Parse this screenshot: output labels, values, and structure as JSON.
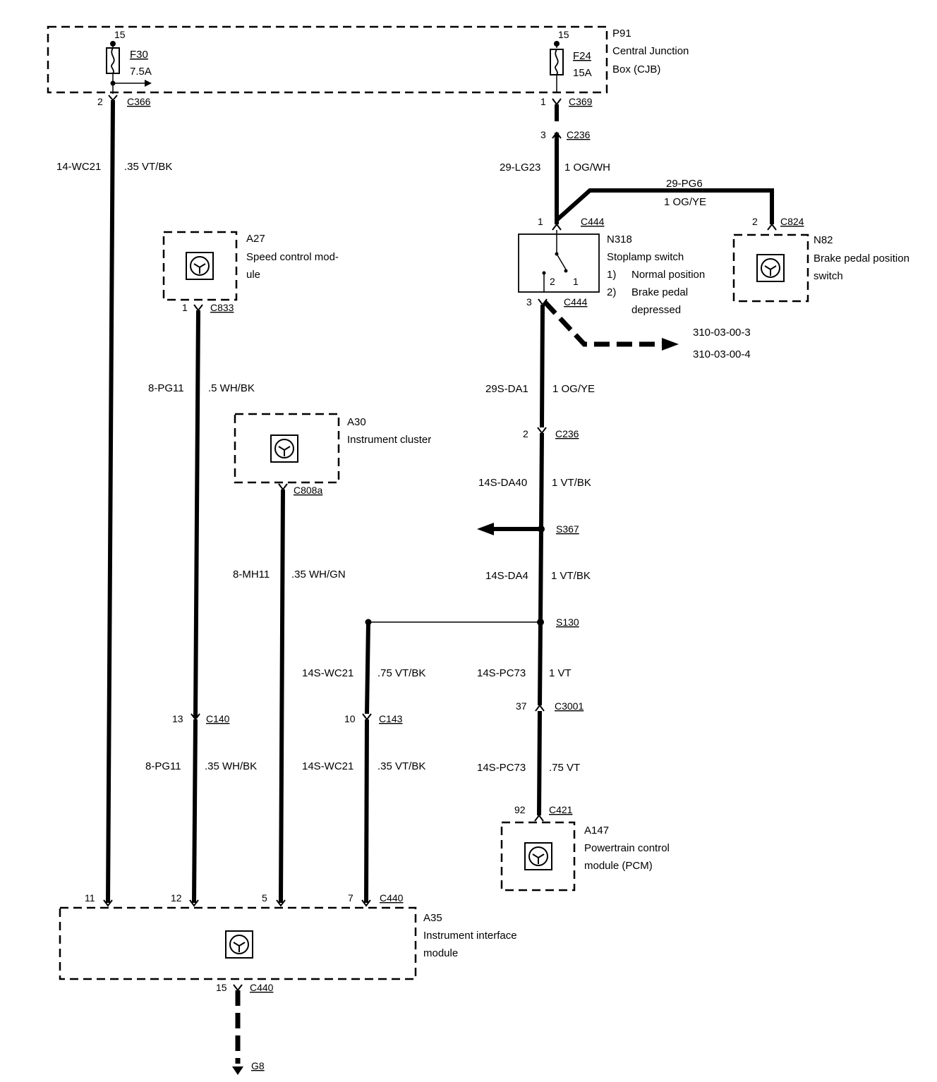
{
  "cjb": {
    "id": "P91",
    "name_line1": "Central Junction",
    "name_line2": "Box (CJB)",
    "fuse_left": {
      "pin": "15",
      "id": "F30",
      "rating": "7.5A"
    },
    "fuse_right": {
      "pin": "15",
      "id": "F24",
      "rating": "15A"
    }
  },
  "connectors": {
    "c366": {
      "pin": "2",
      "id": "C366"
    },
    "c369": {
      "pin": "1",
      "id": "C369"
    },
    "c236_top": {
      "pin": "3",
      "id": "C236"
    },
    "c444_top": {
      "pin": "1",
      "id": "C444"
    },
    "c824": {
      "pin": "2",
      "id": "C824"
    },
    "c444_bot": {
      "pin": "3",
      "id": "C444"
    },
    "c833": {
      "pin": "1",
      "id": "C833"
    },
    "c808a": {
      "id": "C808a"
    },
    "c236_bot": {
      "pin": "2",
      "id": "C236"
    },
    "s367": {
      "id": "S367"
    },
    "s130": {
      "id": "S130"
    },
    "c140": {
      "pin": "13",
      "id": "C140"
    },
    "c143": {
      "pin": "10",
      "id": "C143"
    },
    "c3001": {
      "pin": "37",
      "id": "C3001"
    },
    "c421": {
      "pin": "92",
      "id": "C421"
    },
    "c440_top": {
      "id": "C440",
      "pins": [
        "11",
        "12",
        "5",
        "7"
      ]
    },
    "c440_bot": {
      "pin": "15",
      "id": "C440"
    },
    "g8": {
      "id": "G8"
    }
  },
  "wires": {
    "w1": {
      "circuit": "14-WC21",
      "spec": ".35 VT/BK"
    },
    "w2": {
      "circuit": "29-LG23",
      "spec": "1 OG/WH"
    },
    "w3": {
      "circuit": "29-PG6",
      "spec": "1 OG/YE"
    },
    "w4": {
      "circuit": "8-PG11",
      "spec": ".5 WH/BK"
    },
    "w5": {
      "circuit": "29S-DA1",
      "spec": "1 OG/YE"
    },
    "w6": {
      "circuit": "14S-DA40",
      "spec": "1 VT/BK"
    },
    "w7": {
      "circuit": "8-MH11",
      "spec": ".35 WH/GN"
    },
    "w8": {
      "circuit": "14S-DA4",
      "spec": "1 VT/BK"
    },
    "w9": {
      "circuit": "14S-WC21",
      "spec": ".75 VT/BK"
    },
    "w10": {
      "circuit": "14S-PC73",
      "spec": "1 VT"
    },
    "w11": {
      "circuit": "8-PG11",
      "spec": ".35 WH/BK"
    },
    "w12": {
      "circuit": "14S-WC21",
      "spec": ".35 VT/BK"
    },
    "w13": {
      "circuit": "14S-PC73",
      "spec": ".75 VT"
    }
  },
  "components": {
    "a27": {
      "id": "A27",
      "line1": "Speed control mod-",
      "line2": "ule"
    },
    "n318": {
      "id": "N318",
      "name": "Stoplamp switch",
      "n1": "1)",
      "t1": "Normal position",
      "n2": "2)",
      "t2": "Brake pedal",
      "t2b": "depressed",
      "pin_a": "2",
      "pin_b": "1"
    },
    "n82": {
      "id": "N82",
      "line1": "Brake pedal position",
      "line2": "switch"
    },
    "a30": {
      "id": "A30",
      "line1": "Instrument cluster"
    },
    "a147": {
      "id": "A147",
      "line1": "Powertrain control",
      "line2": "module (PCM)"
    },
    "a35": {
      "id": "A35",
      "line1": "Instrument interface",
      "line2": "module"
    }
  },
  "refs": {
    "r1": "310-03-00-3",
    "r2": "310-03-00-4"
  }
}
